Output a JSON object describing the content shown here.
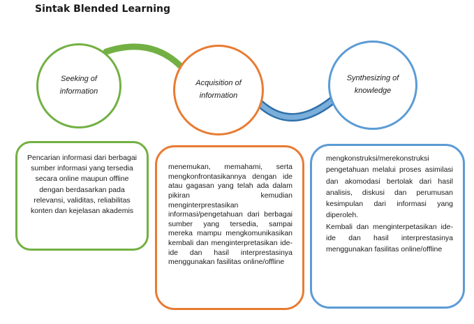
{
  "title": "Sintak Blended Learning",
  "stages": [
    {
      "label": "Seeking of information",
      "color": "#72b043"
    },
    {
      "label": "Acquisition of information",
      "color": "#e87b32"
    },
    {
      "label": "Synthesizing of knowledge",
      "color": "#5b9bd5"
    }
  ],
  "descriptions": {
    "seeking": "Pencarian informasi dari berbagai sumber informasi yang tersedia secara online maupun offline dengan berdasarkan pada relevansi, validitas, reliabilitas konten dan kejelasan akademis",
    "acquisition": "menemukan, memahami, serta mengkonfrontasikannya dengan ide atau gagasan yang telah ada dalam pikiran kemudian menginterprestasikan informasi/pengetahuan dari berbagai sumber yang tersedia, sampai mereka mampu mengkomunikasikan kembali dan menginterpretasikan ide-ide dan hasil interprestasinya menggunakan fasilitas online/offline",
    "synthesizing_1": "mengkonstruksi/merekonstruksi pengetahuan melalui proses asimilasi dan akomodasi bertolak dari hasil analisis, diskusi dan perumusan kesimpulan dari informasi yang diperoleh.",
    "synthesizing_2": "Kembali dan menginterpetasikan ide-ide dan hasil interprestasinya menggunakan fasilitas online/offline"
  }
}
